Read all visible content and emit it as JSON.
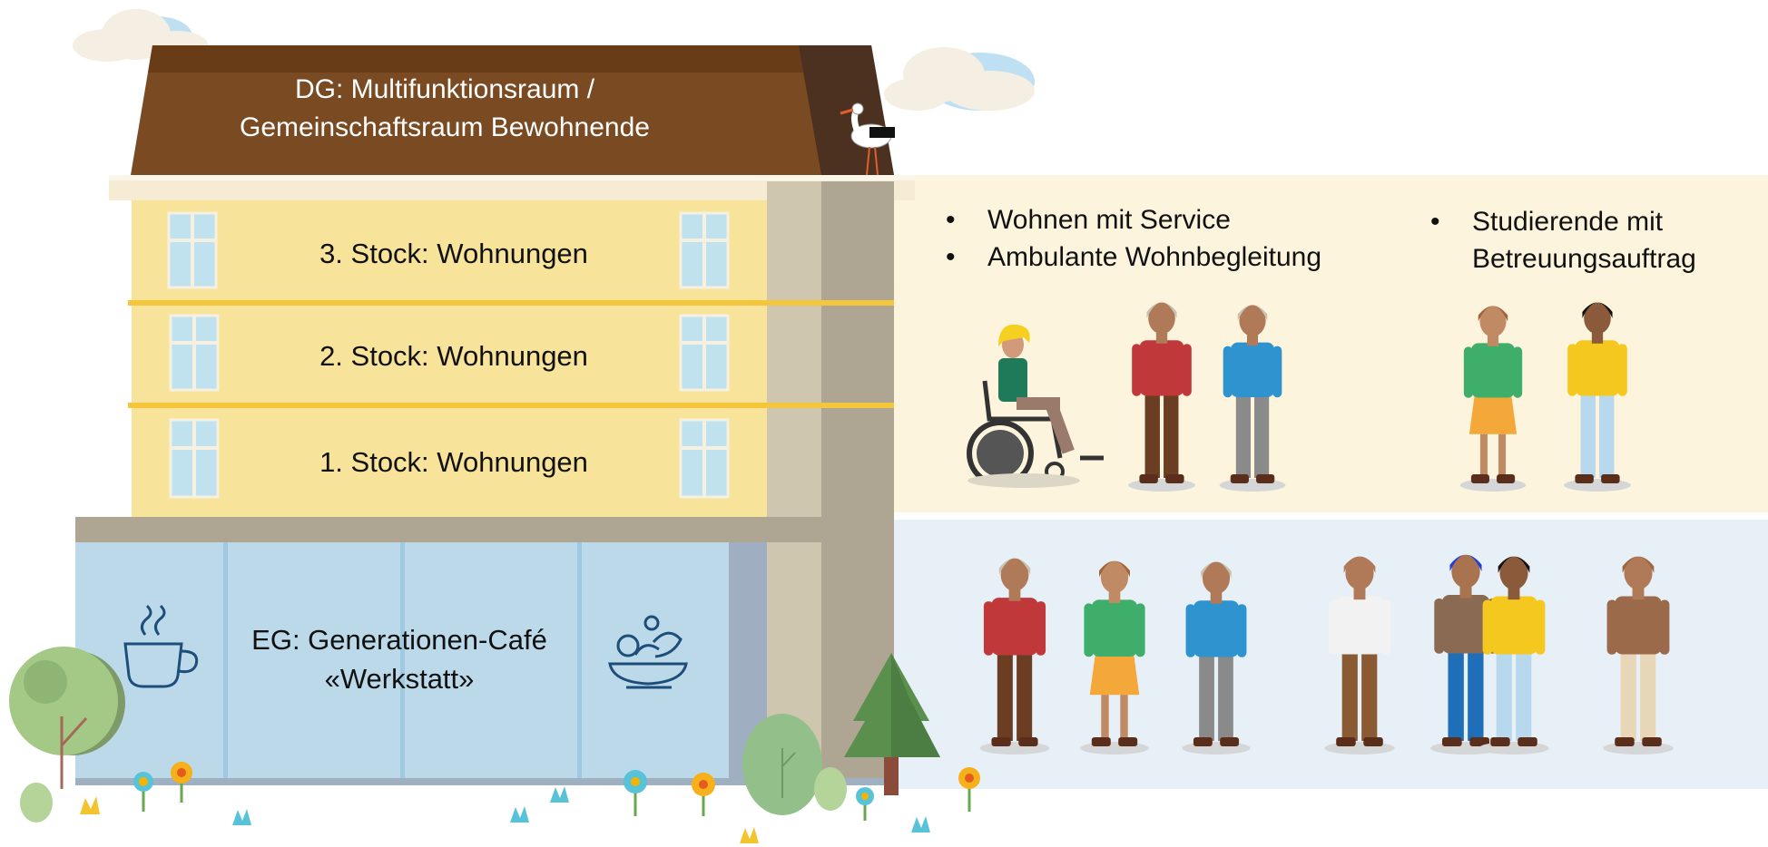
{
  "roof": {
    "line1": "DG: Multifunktionsraum /",
    "line2": "Gemeinschaftsraum Bewohnende"
  },
  "floors": {
    "third": "3. Stock: Wohnungen",
    "second": "2. Stock: Wohnungen",
    "first": "1. Stock: Wohnungen"
  },
  "ground_floor": {
    "line1": "EG: Generationen-Café",
    "line2": "«Werkstatt»"
  },
  "services": {
    "items": [
      "Wohnen mit Service",
      "Ambulante Wohnbegleitung"
    ]
  },
  "students": {
    "line1": "Studierende mit",
    "line2": "Betreuungsauftrag"
  },
  "colors": {
    "roof": "#7a4a22",
    "upper_facade": "#f8e39b",
    "floor_stripe": "#f5c53c",
    "ground_facade": "#bcd9ea",
    "upper_panel_bg": "#fcf4dc",
    "lower_panel_bg": "#e7f0f6",
    "icon_blue": "#1d4e7a"
  },
  "icons": [
    "coffee-cup-icon",
    "salad-bowl-icon",
    "stork-icon",
    "cloud-icon",
    "tree-icon",
    "flower-icon",
    "wheelchair-icon"
  ]
}
